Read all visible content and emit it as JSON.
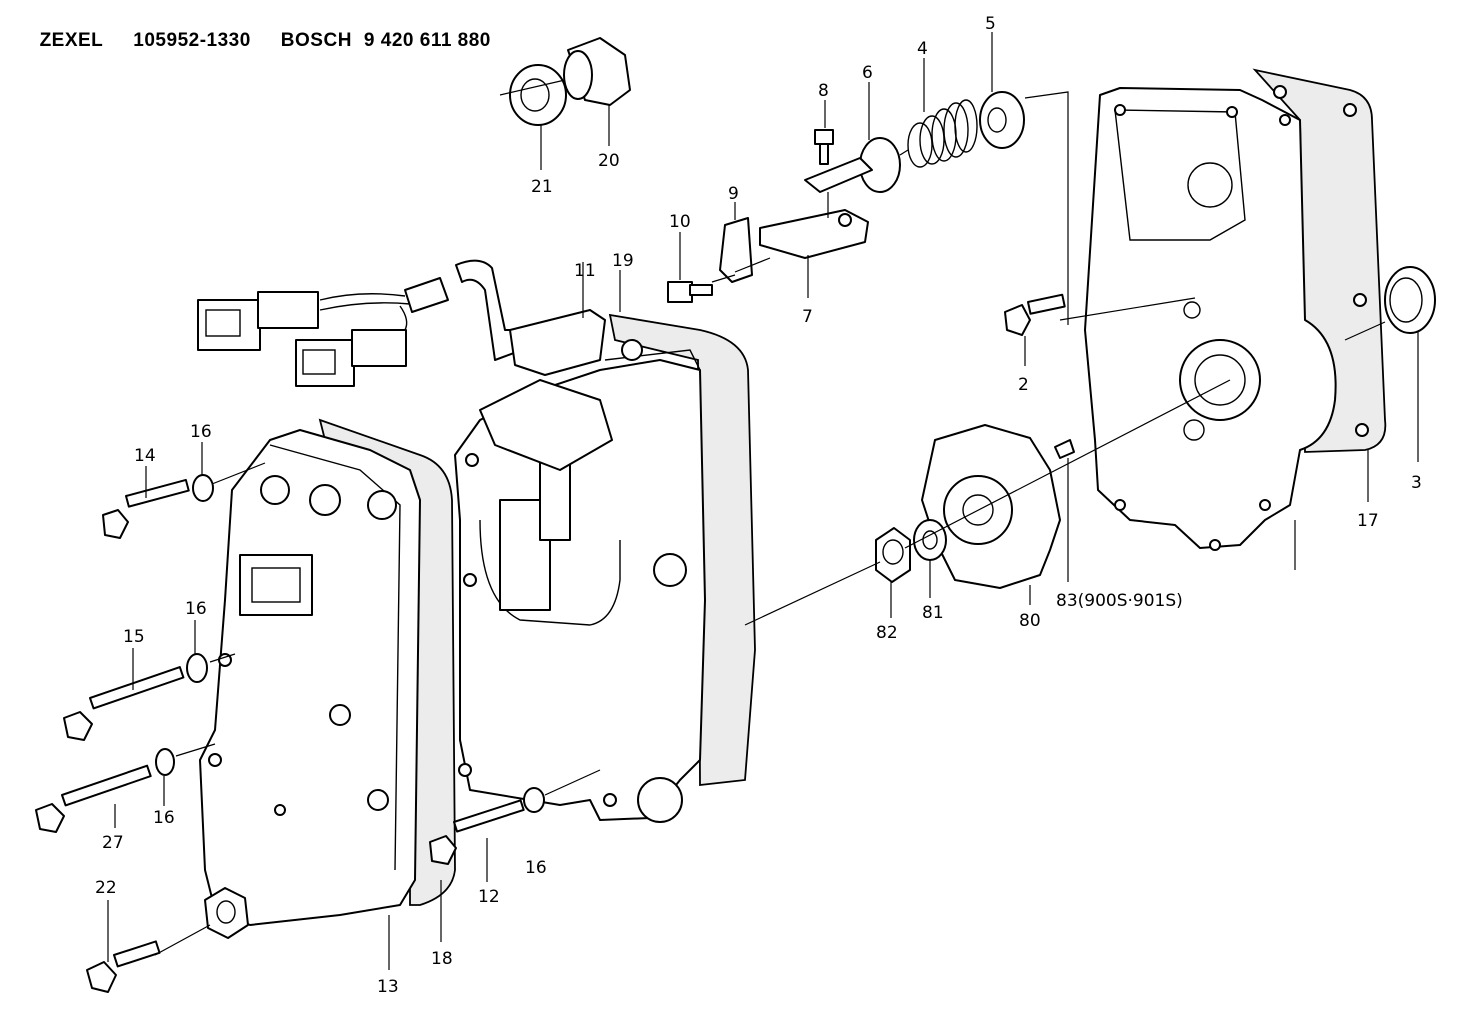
{
  "header": {
    "brand1": "ZEXEL",
    "number1": "105952-1330",
    "brand2": "BOSCH",
    "number2": "9 420 611 880"
  },
  "labels": {
    "p2": "2",
    "p3": "3",
    "p4": "4",
    "p5": "5",
    "p6": "6",
    "p7": "7",
    "p8": "8",
    "p9": "9",
    "p10": "10",
    "p11": "11",
    "p12": "12",
    "p13": "13",
    "p14": "14",
    "p15": "15",
    "p16a": "16",
    "p16b": "16",
    "p16c": "16",
    "p16d": "16",
    "p17": "17",
    "p18": "18",
    "p19": "19",
    "p20": "20",
    "p21": "21",
    "p22": "22",
    "p27": "27",
    "p80": "80",
    "p81": "81",
    "p82": "82",
    "p83": "83(900S·901S)"
  }
}
